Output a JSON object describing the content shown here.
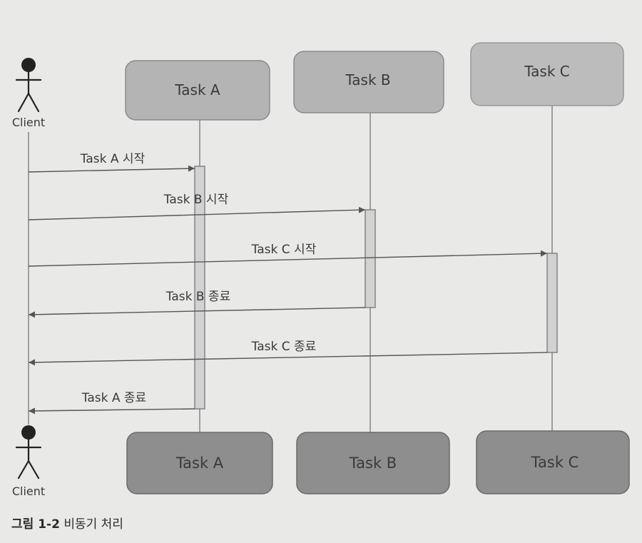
{
  "client_label": "Client",
  "tasks": [
    "Task A",
    "Task B",
    "Task C"
  ],
  "messages": [
    {
      "label": "Task A 시작",
      "from": "Client",
      "to": "Task A"
    },
    {
      "label": "Task B 시작",
      "from": "Client",
      "to": "Task B"
    },
    {
      "label": "Task C 시작",
      "from": "Client",
      "to": "Task C"
    },
    {
      "label": "Task B 종료",
      "from": "Task B",
      "to": "Client"
    },
    {
      "label": "Task C 종료",
      "from": "Task C",
      "to": "Client"
    },
    {
      "label": "Task A 종료",
      "from": "Task A",
      "to": "Client"
    }
  ],
  "caption": {
    "number": "그림 1-2",
    "title": "비동기 처리"
  },
  "colors": {
    "background": "#e9e9e7",
    "box_top": "#b4b4b4",
    "box_bottom": "#8e8e8e",
    "activation": "#d2d2d2",
    "line": "#555555"
  }
}
